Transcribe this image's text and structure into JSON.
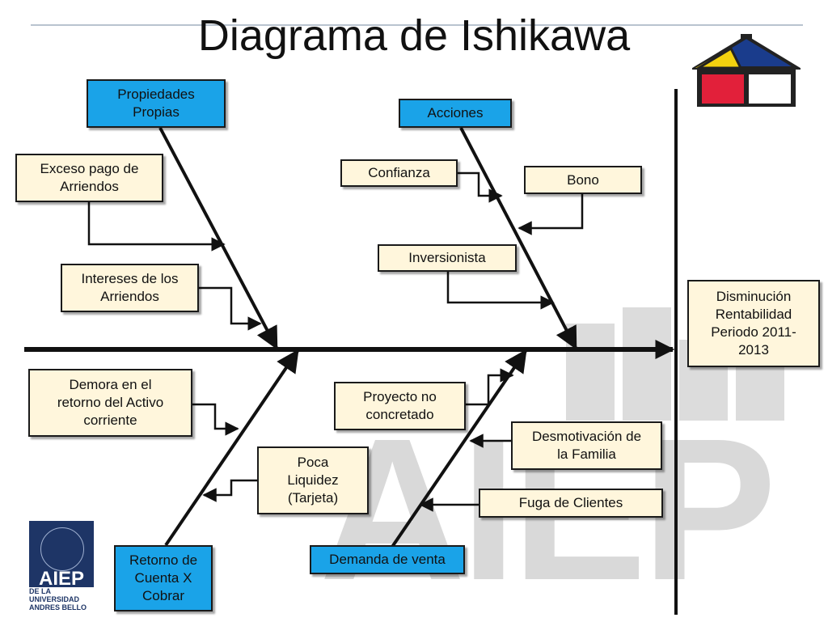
{
  "title": "Diagrama de Ishikawa",
  "categories": {
    "propiedades": "Propiedades\nPropias",
    "acciones": "Acciones",
    "retorno": "Retorno de\nCuenta X\nCobrar",
    "demanda": "Demanda de venta"
  },
  "causes": {
    "exceso": "Exceso pago de\nArriendos",
    "intereses": "Intereses de los\nArriendos",
    "confianza": "Confianza",
    "bono": "Bono",
    "inversionista": "Inversionista",
    "demora": "Demora en el\nretorno del Activo\ncorriente",
    "poca_liquidez": "Poca\nLiquidez\n(Tarjeta)",
    "proyecto": "Proyecto no\nconcretado",
    "desmotivacion": "Desmotivación de\nla Familia",
    "fuga": "Fuga de Clientes"
  },
  "effect": "Disminución\nRentabilidad\nPeriodo 2011-\n2013",
  "logo": {
    "text": "AIEP",
    "subtitle": "DE LA UNIVERSIDAD\nANDRES BELLO"
  },
  "watermark": "AIEP",
  "colors": {
    "category_fill": "#1aa3e8",
    "cause_fill": "#fff6dc",
    "logo_blue": "#1e3566"
  }
}
